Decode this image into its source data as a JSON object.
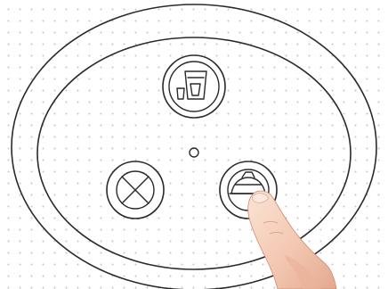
{
  "panel": {
    "buttons": [
      {
        "id": "drinks",
        "icon": "cups-icon"
      },
      {
        "id": "cancel",
        "icon": "cancel-x-icon"
      },
      {
        "id": "clean",
        "icon": "cleaning-icon"
      }
    ],
    "indicator": "status-light"
  },
  "colors": {
    "outline": "#2a2a2a",
    "background": "#ffffff",
    "grid_dot": "#c9c9c9",
    "skin_light": "#f7d9c7",
    "skin_dark": "#e7ab91"
  }
}
